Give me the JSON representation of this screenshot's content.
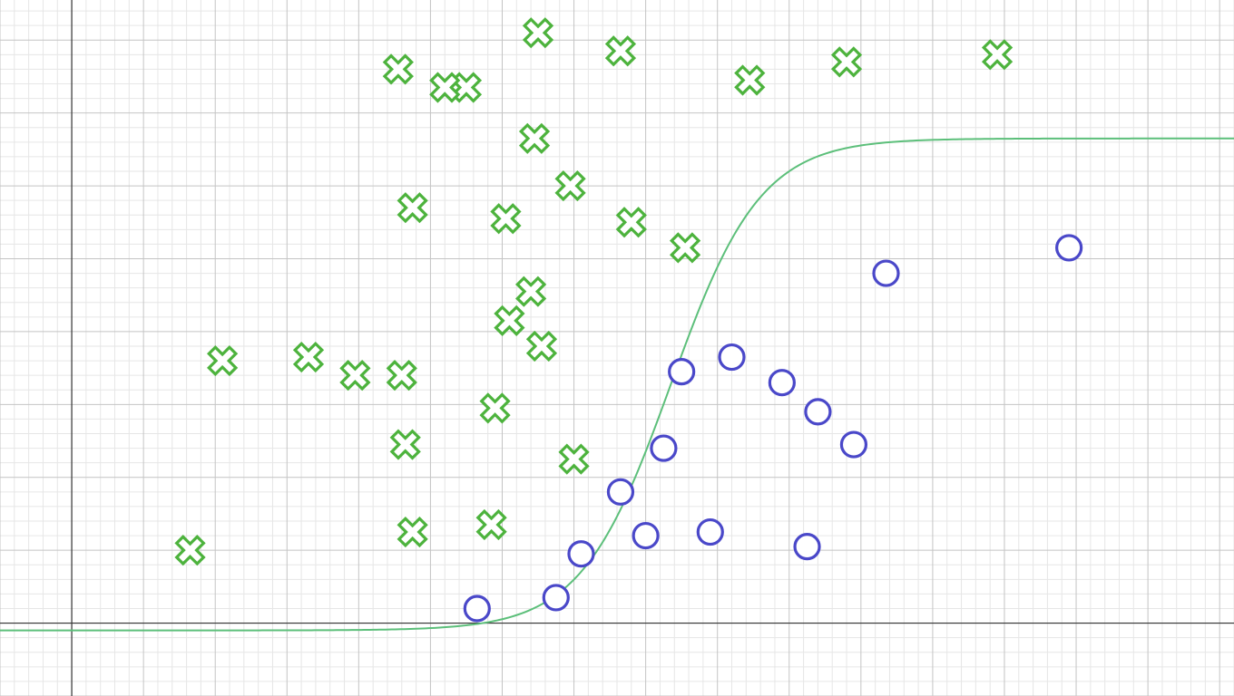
{
  "chart_data": {
    "type": "scatter",
    "title": "",
    "xlabel": "",
    "ylabel": "",
    "grid": true,
    "xlim": [
      -0.2,
      3.24
    ],
    "ylim": [
      -0.2,
      1.71
    ],
    "major_step": 0.2,
    "minor_step": 0.04,
    "series": [
      {
        "marker": "x",
        "color": "#4db33d",
        "points": [
          [
            0.33,
            0.2
          ],
          [
            0.42,
            0.72
          ],
          [
            0.66,
            0.73
          ],
          [
            0.79,
            0.68
          ],
          [
            0.92,
            0.68
          ],
          [
            0.93,
            0.49
          ],
          [
            0.95,
            0.25
          ],
          [
            1.17,
            0.27
          ],
          [
            1.18,
            0.59
          ],
          [
            1.22,
            0.83
          ],
          [
            1.31,
            0.76
          ],
          [
            1.28,
            0.91
          ],
          [
            1.21,
            1.11
          ],
          [
            1.29,
            1.33
          ],
          [
            1.1,
            1.47
          ],
          [
            0.95,
            1.14
          ],
          [
            0.91,
            1.52
          ],
          [
            1.04,
            1.47
          ],
          [
            1.39,
            1.2
          ],
          [
            1.4,
            0.45
          ],
          [
            1.3,
            1.62
          ],
          [
            1.53,
            1.57
          ],
          [
            1.71,
            1.03
          ],
          [
            1.56,
            1.1
          ],
          [
            1.89,
            1.49
          ],
          [
            2.16,
            1.54
          ],
          [
            2.58,
            1.56
          ]
        ]
      },
      {
        "marker": "o",
        "color": "#4a48c9",
        "points": [
          [
            1.13,
            0.04
          ],
          [
            1.35,
            0.07
          ],
          [
            1.42,
            0.19
          ],
          [
            1.53,
            0.36
          ],
          [
            1.6,
            0.24
          ],
          [
            1.65,
            0.48
          ],
          [
            1.7,
            0.69
          ],
          [
            1.78,
            0.25
          ],
          [
            1.84,
            0.73
          ],
          [
            1.98,
            0.66
          ],
          [
            2.08,
            0.58
          ],
          [
            2.05,
            0.21
          ],
          [
            2.18,
            0.49
          ],
          [
            2.27,
            0.96
          ],
          [
            2.78,
            1.03
          ]
        ]
      }
    ],
    "curve": {
      "type": "sigmoid",
      "color": "#5cbf7a",
      "y0": -0.02,
      "y_max": 1.33,
      "midpoint": 1.67,
      "slope": 8.0
    }
  }
}
